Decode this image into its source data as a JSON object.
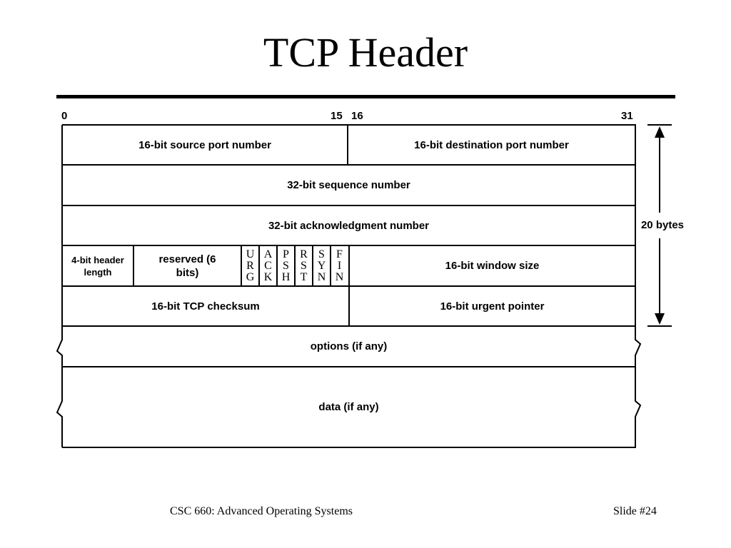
{
  "slide": {
    "title": "TCP Header",
    "footer_left": "CSC 660: Advanced Operating Systems",
    "footer_right": "Slide #24"
  },
  "diagram": {
    "bit_labels": {
      "b0": "0",
      "b15": "15",
      "b16": "16",
      "b31": "31"
    },
    "fields": {
      "source_port": "16-bit source port number",
      "dest_port": "16-bit destination port number",
      "sequence": "32-bit sequence number",
      "ack": "32-bit acknowledgment number",
      "header_length": "4-bit header length",
      "reserved": "reserved (6 bits)",
      "window": "16-bit window size",
      "checksum": "16-bit TCP checksum",
      "urgent": "16-bit urgent pointer",
      "options": "options (if any)",
      "data": "data (if any)"
    },
    "flags": [
      [
        "U",
        "R",
        "G"
      ],
      [
        "A",
        "C",
        "K"
      ],
      [
        "P",
        "S",
        "H"
      ],
      [
        "R",
        "S",
        "T"
      ],
      [
        "S",
        "Y",
        "N"
      ],
      [
        "F",
        "I",
        "N"
      ]
    ],
    "size_label": "20 bytes"
  }
}
